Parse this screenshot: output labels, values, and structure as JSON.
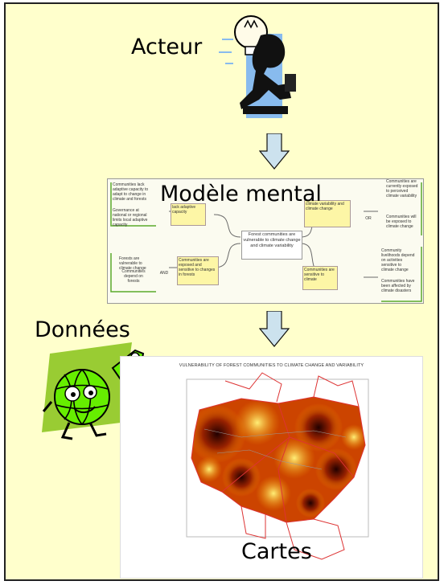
{
  "labels": {
    "acteur": "Acteur",
    "modele_mental": "Modèle mental",
    "donnees": "Données",
    "cartes": "Cartes"
  },
  "mental_model": {
    "center": "Forest communities are vulnerable to climate change and climate variability",
    "nodes": [
      "Communities lack adaptive capacity to adapt to change in climate and forests",
      "Governance at national or regional limits local adaptive capacity",
      "lack adaptive capacity",
      "Forests are vulnerable to climate change",
      "Communities depend on forests",
      "Communities are exposed and sensitive to changes in forests",
      "Communities are currently exposed to perceived climate variability",
      "Communities will be exposed to climate change",
      "Communities are sensitive to climate",
      "Community livelihoods depend on activities sensitive to climate change",
      "Communities have been affected by climate disasters",
      "climate variability and climate change",
      "OR",
      "AND"
    ]
  },
  "map": {
    "title": "VULNERABILITY OF FOREST COMMUNITIES TO CLIMATE CHANGE AND VARIABILITY"
  },
  "colors": {
    "panel": "#ffffcc",
    "arrow": "#cce2ee",
    "node": "#fdf6a6",
    "globe": "#66ee00",
    "frame_green": "#99cc33"
  }
}
